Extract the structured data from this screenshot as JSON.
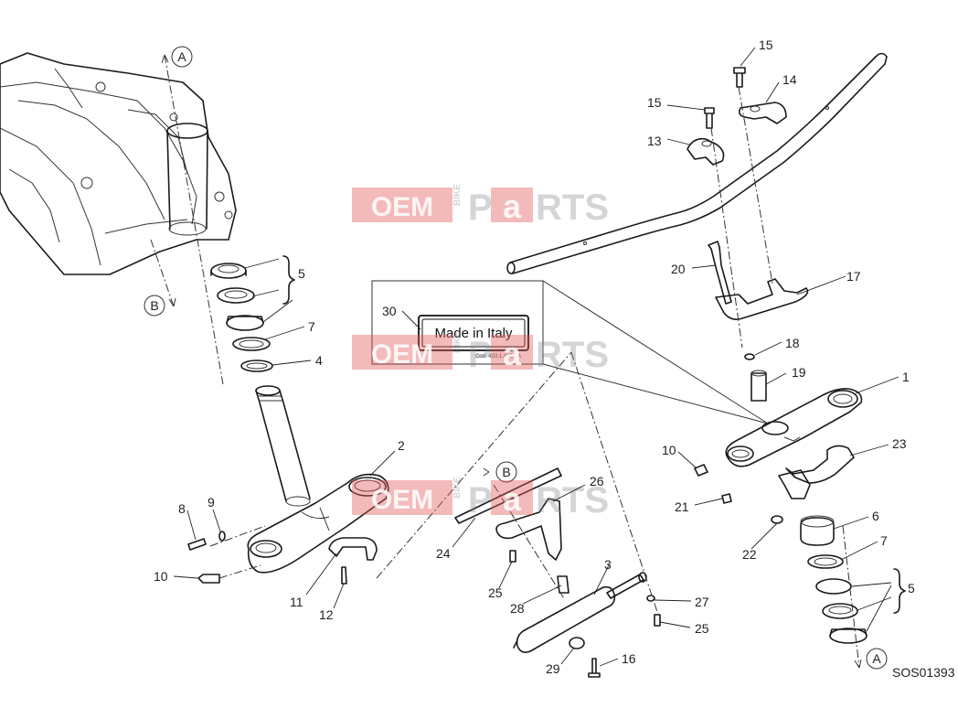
{
  "diagram": {
    "code": "SOS01393",
    "callouts": {
      "c1": "1",
      "c2": "2",
      "c3": "3",
      "c4": "4",
      "c5a": "5",
      "c5b": "5",
      "c6": "6",
      "c7a": "7",
      "c7b": "7",
      "c8": "8",
      "c9": "9",
      "c10a": "10",
      "c10b": "10",
      "c11": "11",
      "c12": "12",
      "c13": "13",
      "c14": "14",
      "c15a": "15",
      "c15b": "15",
      "c16": "16",
      "c17": "17",
      "c18": "18",
      "c19": "19",
      "c20": "20",
      "c21": "21",
      "c22": "22",
      "c23": "23",
      "c24": "24",
      "c25a": "25",
      "c25b": "25",
      "c26": "26",
      "c27": "27",
      "c28": "28",
      "c29": "29",
      "c30": "30"
    },
    "refs": {
      "a_top": "A",
      "a_bottom": "A",
      "b_left": "B",
      "b_mid": "B"
    },
    "label_plate": {
      "text": "Made in Italy",
      "code": "Cod. 433.1.485.1A"
    },
    "watermark": {
      "oem": "OEM",
      "bike": "BIKE",
      "parts_p": "P",
      "parts_a": "a",
      "parts_rts": "RTS"
    }
  }
}
